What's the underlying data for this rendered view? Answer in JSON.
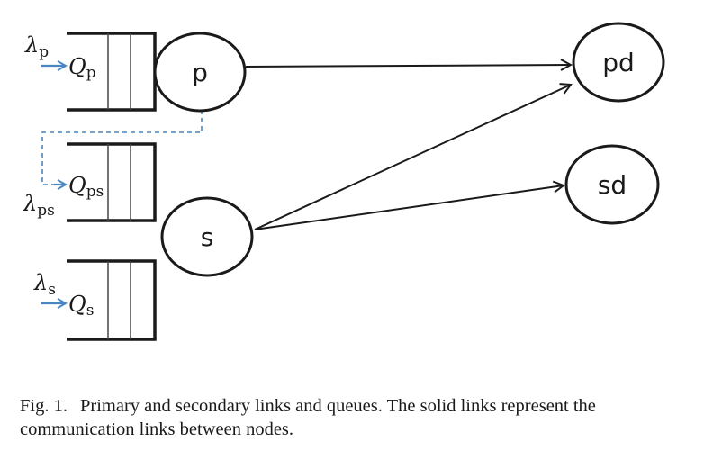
{
  "figure": {
    "nodes": {
      "p": "p",
      "s": "s",
      "pd": "pd",
      "sd": "sd"
    },
    "queues": {
      "p": {
        "label": "Q",
        "subscript": "p",
        "arrival": "λ",
        "arrival_subscript": "p"
      },
      "ps": {
        "label": "Q",
        "subscript": "ps",
        "arrival": "λ",
        "arrival_subscript": "ps"
      },
      "s": {
        "label": "Q",
        "subscript": "s",
        "arrival": "λ",
        "arrival_subscript": "s"
      }
    },
    "links": [
      {
        "from": "p",
        "to": "pd",
        "style": "solid"
      },
      {
        "from": "s",
        "to": "pd",
        "style": "solid"
      },
      {
        "from": "s",
        "to": "sd",
        "style": "solid"
      },
      {
        "from": "p",
        "to": "Q_ps",
        "style": "dashed"
      }
    ],
    "colors": {
      "line": "#1a1a1a",
      "arrival_arrow": "#4a86bf"
    }
  },
  "caption": {
    "number": "Fig. 1.",
    "text": "Primary and secondary links and queues. The solid links represent the communication links between nodes."
  }
}
